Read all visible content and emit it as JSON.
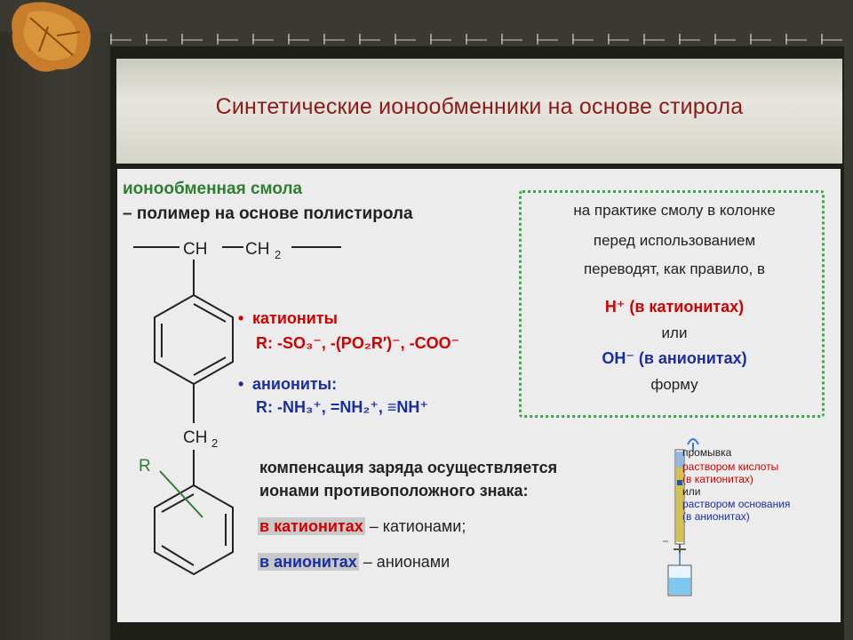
{
  "slide": {
    "title": "Синтетические ионообменники на основе стирола"
  },
  "resin": {
    "heading": "ионообменная смола",
    "definition": "– полимер на основе полистирола",
    "chain_ch": "CH",
    "chain_ch2": "CH",
    "ch2_sub": "2",
    "bridge_ch": "CH",
    "bridge_sub": "2",
    "r_label": "R"
  },
  "cation": {
    "bullet": "•",
    "name": "катиониты",
    "formula": "R: -SO₃⁻, -(PO₂R′)⁻, -COO⁻"
  },
  "anion": {
    "bullet": "•",
    "name": "аниониты:",
    "formula": "R: -NH₃⁺, =NH₂⁺, ≡NH⁺"
  },
  "practice": {
    "line1": "на практике смолу в колонке",
    "line2": "перед использованием",
    "line3": "переводят, как правило, в",
    "h_form": "H⁺ (в катионитах)",
    "or": "или",
    "oh_form": "OH⁻ (в анионитах)",
    "form": "форму"
  },
  "compensation": {
    "line1": "компенсация заряда осуществляется",
    "line2": "ионами противоположного знака:",
    "cat_hl": "в катионитах",
    "cat_rest": " – катионами;",
    "an_hl": "в анионитах",
    "an_rest": " – анионами"
  },
  "column": {
    "wash": "промывка",
    "acid": "раствором кислоты",
    "acid_note": "(в катионитах)",
    "or": "или",
    "base": "раствором основания",
    "base_note": "(в анионитах)"
  }
}
